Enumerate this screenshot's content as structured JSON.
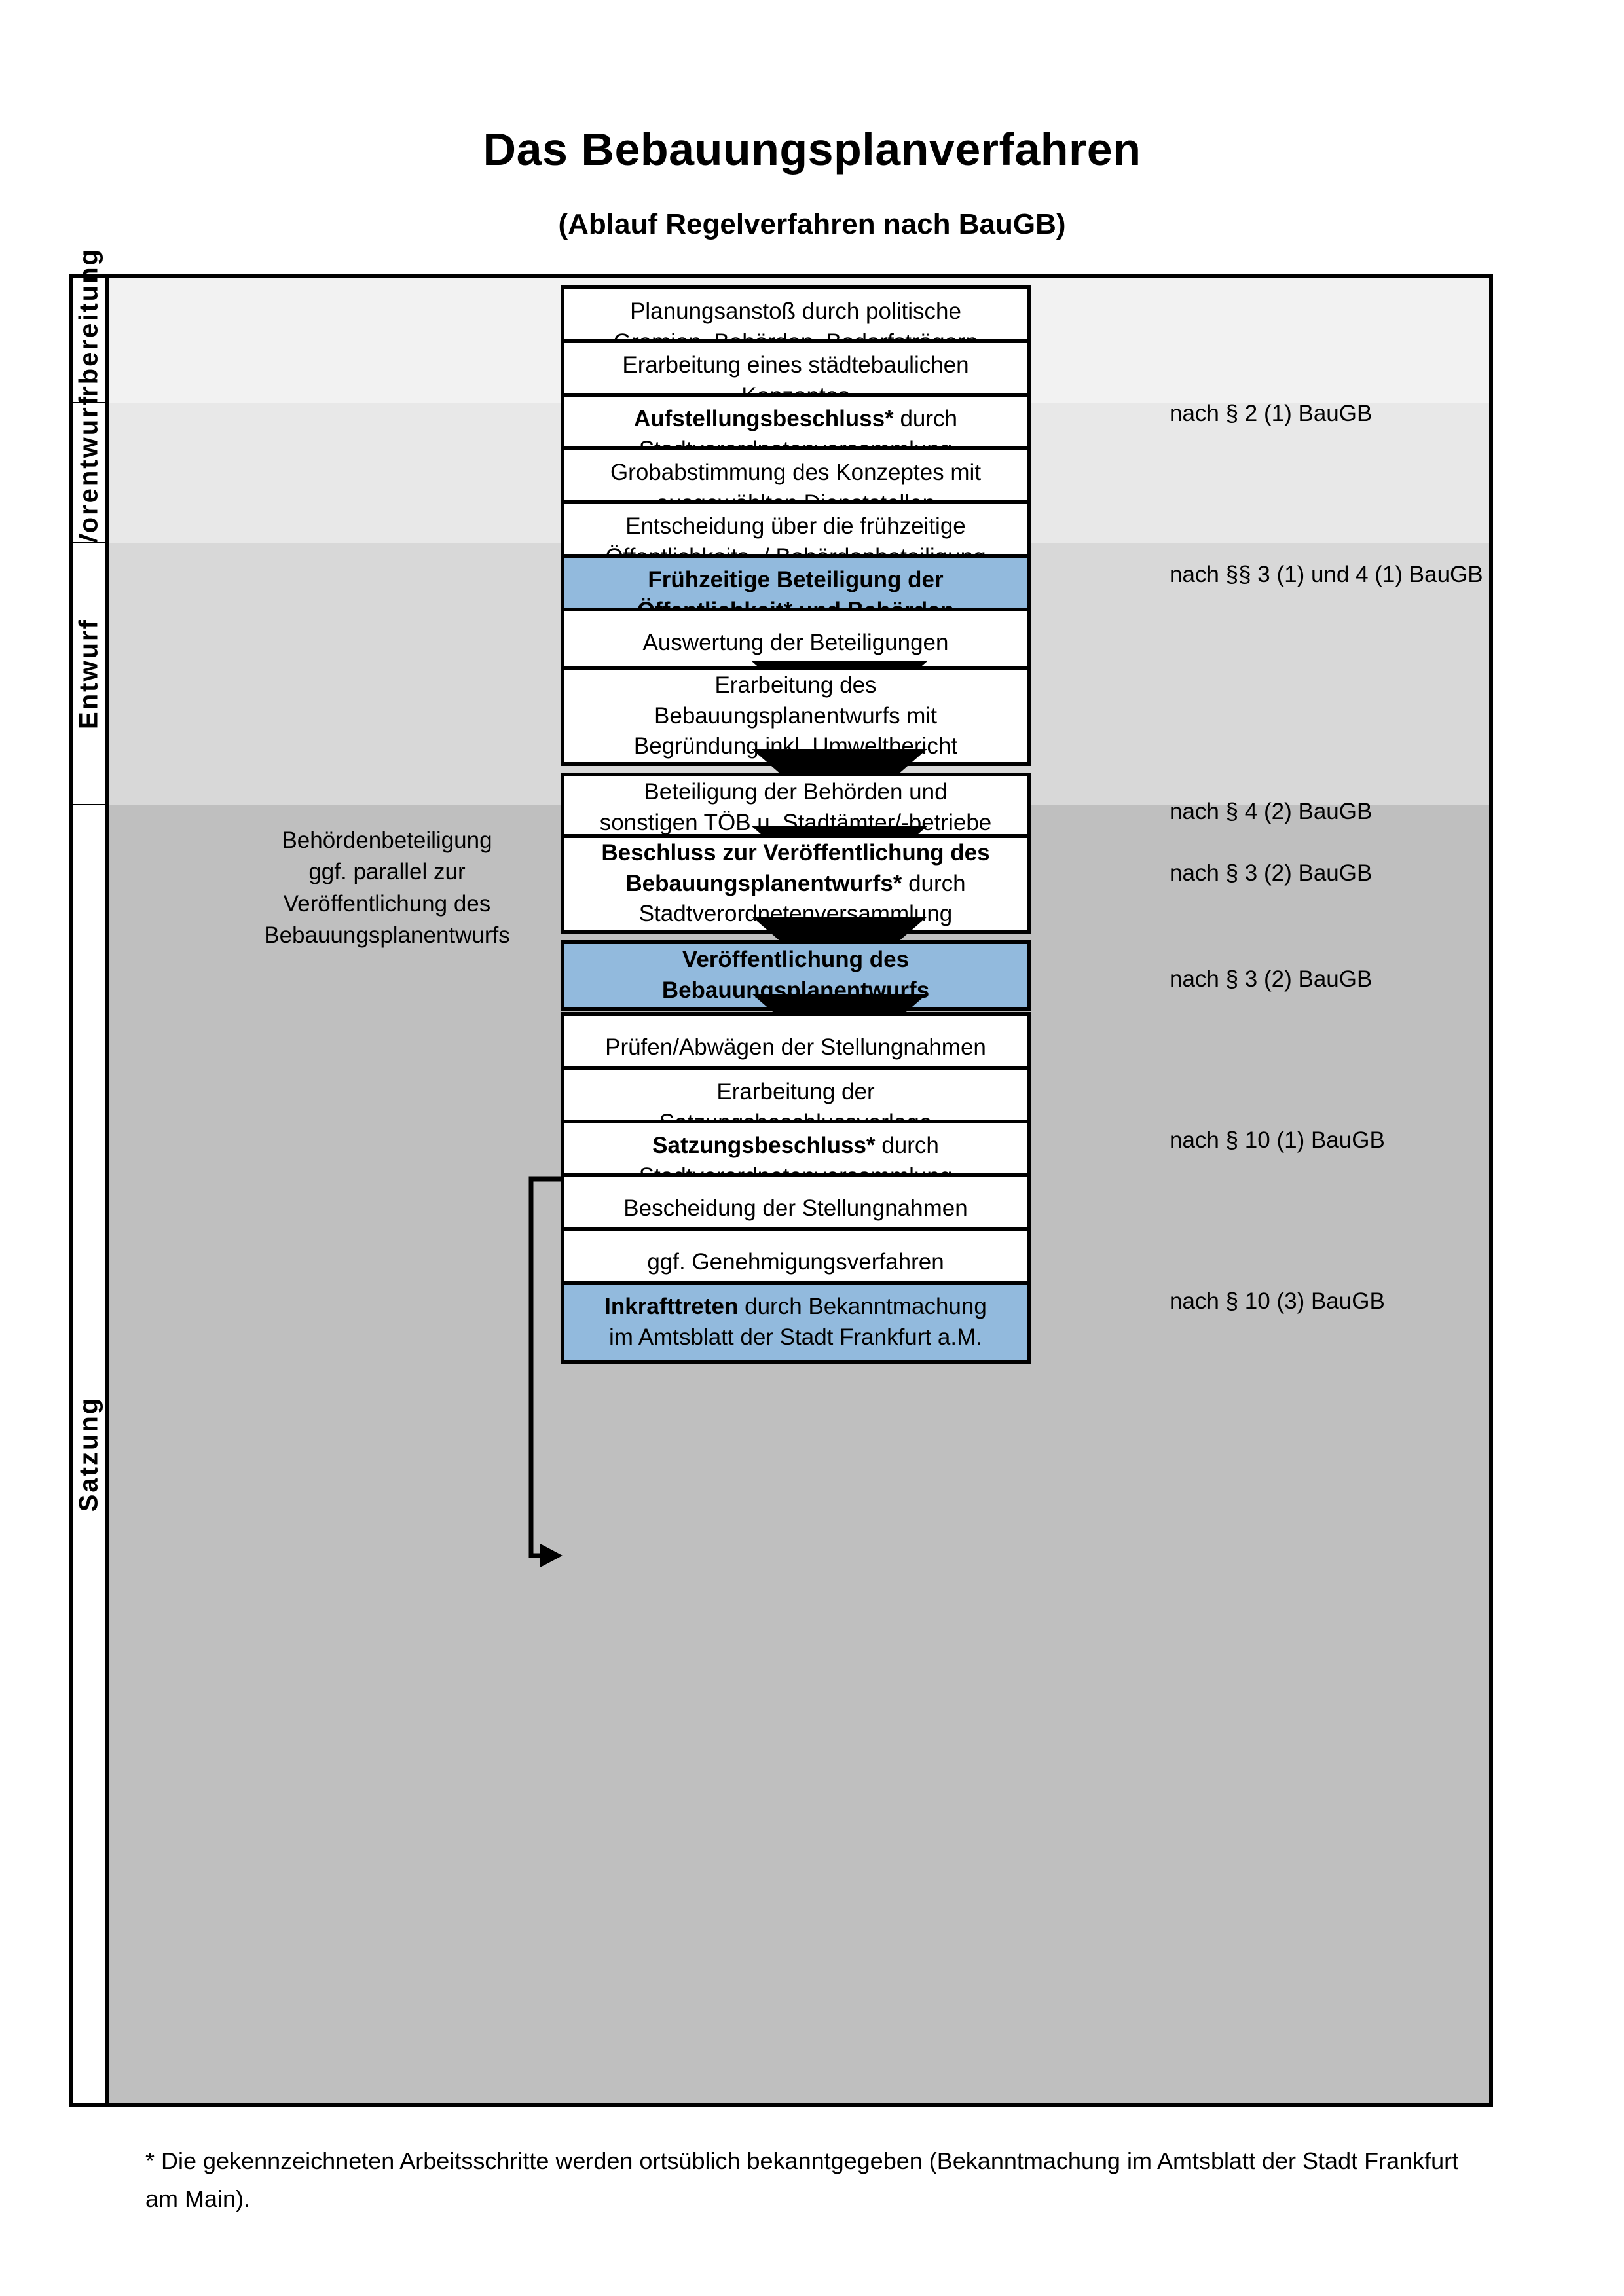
{
  "title": "Das Bebauungsplanverfahren",
  "subtitle": "(Ablauf Regelverfahren nach BauGB)",
  "stages": [
    {
      "label": "Vorbereitung",
      "color": "#f2f2f2"
    },
    {
      "label": "Vorentwurf",
      "color": "#e8e8e8"
    },
    {
      "label": "Entwurf",
      "color": "#d8d8d8"
    },
    {
      "label": "Satzung",
      "color": "#bfbfbf"
    }
  ],
  "nodes": [
    {
      "id": "planungsanstoss",
      "line1": "Planungsanstoß durch politische",
      "line2": "Gremien, Behörden, Bedarfsträgern",
      "style": "plain"
    },
    {
      "id": "konzept",
      "line1": "Erarbeitung eines städtebaulichen",
      "line2": "Konzeptes",
      "style": "plain"
    },
    {
      "id": "aufstellungsbeschluss",
      "bold1": "Aufstellungsbeschluss*",
      "rest1": " durch",
      "line2": "Stadtverordnetenversammlung",
      "style": "partial-bold"
    },
    {
      "id": "grobabstimmung",
      "line1": "Grobabstimmung des Konzeptes mit",
      "line2": "ausgewählten Dienststellen",
      "style": "plain"
    },
    {
      "id": "entscheidung-fruehzeitig",
      "line1": "Entscheidung über die frühzeitige",
      "line2": "Öffentlichkeits- / Behördenbeteiligung",
      "style": "plain"
    },
    {
      "id": "fruehzeitige-beteiligung",
      "line1": "Frühzeitige Beteiligung der",
      "line2": "Öffentlichkeit* und Behörden",
      "style": "blue-bold"
    },
    {
      "id": "auswertung",
      "line1": "Auswertung der Beteiligungen",
      "style": "plain"
    },
    {
      "id": "erarbeitung-entwurf",
      "line1": "Erarbeitung des",
      "line2": "Bebauungsplanentwurfs mit",
      "line3": "Begründung inkl. Umweltbericht",
      "style": "plain"
    },
    {
      "id": "beteiligung-behoerden",
      "line1": "Beteiligung der Behörden und",
      "line2": "sonstigen TÖB u. Stadtämter/-betriebe",
      "style": "plain"
    },
    {
      "id": "beschluss-veroeffentlichung",
      "bold1": "Beschluss zur Veröffentlichung des",
      "bold2": "Bebauungsplanentwurfs*",
      "rest2": " durch",
      "line3": "Stadtverordnetenversammlung",
      "style": "partial-bold-3"
    },
    {
      "id": "veroeffentlichung",
      "line1": "Veröffentlichung des",
      "line2": "Bebauungsplanentwurfs",
      "style": "blue-bold"
    },
    {
      "id": "pruefen-abwaegen",
      "line1": "Prüfen/Abwägen der Stellungnahmen",
      "style": "plain"
    },
    {
      "id": "satzungsbeschlussvorlage",
      "line1": "Erarbeitung der",
      "line2": "Satzungsbeschlussvorlage",
      "style": "plain"
    },
    {
      "id": "satzungsbeschluss",
      "bold1": "Satzungsbeschluss*",
      "rest1": " durch",
      "line2": "Stadtverordnetenversammlung",
      "style": "partial-bold"
    },
    {
      "id": "bescheidung",
      "line1": "Bescheidung der Stellungnahmen",
      "style": "plain"
    },
    {
      "id": "genehmigungsverfahren",
      "line1": "ggf. Genehmigungsverfahren",
      "style": "plain"
    },
    {
      "id": "inkrafttreten",
      "bold1": "Inkrafttreten",
      "rest1": " durch Bekanntmachung",
      "line2": "im Amtsblatt der Stadt Frankfurt a.M.",
      "style": "blue-partial-bold"
    }
  ],
  "references": [
    {
      "id": "ref-2-1",
      "text": "nach § 2 (1) BauGB"
    },
    {
      "id": "ref-3-1-4-1",
      "text": "nach §§ 3 (1) und 4 (1) BauGB"
    },
    {
      "id": "ref-4-2",
      "text": "nach § 4 (2) BauGB"
    },
    {
      "id": "ref-3-2a",
      "text": "nach § 3 (2) BauGB"
    },
    {
      "id": "ref-3-2b",
      "text": "nach § 3 (2) BauGB"
    },
    {
      "id": "ref-10-1",
      "text": "nach § 10 (1) BauGB"
    },
    {
      "id": "ref-10-3",
      "text": "nach § 10 (3) BauGB"
    }
  ],
  "sidenote": {
    "line1": "Behördenbeteiligung",
    "line2": "ggf. parallel zur",
    "line3": "Veröffentlichung des",
    "line4": "Bebauungsplanentwurfs"
  },
  "footnote": "* Die gekennzeichneten Arbeitsschritte werden ortsüblich bekanntgegeben (Bekanntmachung im Amtsblatt  der Stadt Frankfurt am Main).",
  "colors": {
    "highlight": "#92badd",
    "line": "#000000"
  }
}
